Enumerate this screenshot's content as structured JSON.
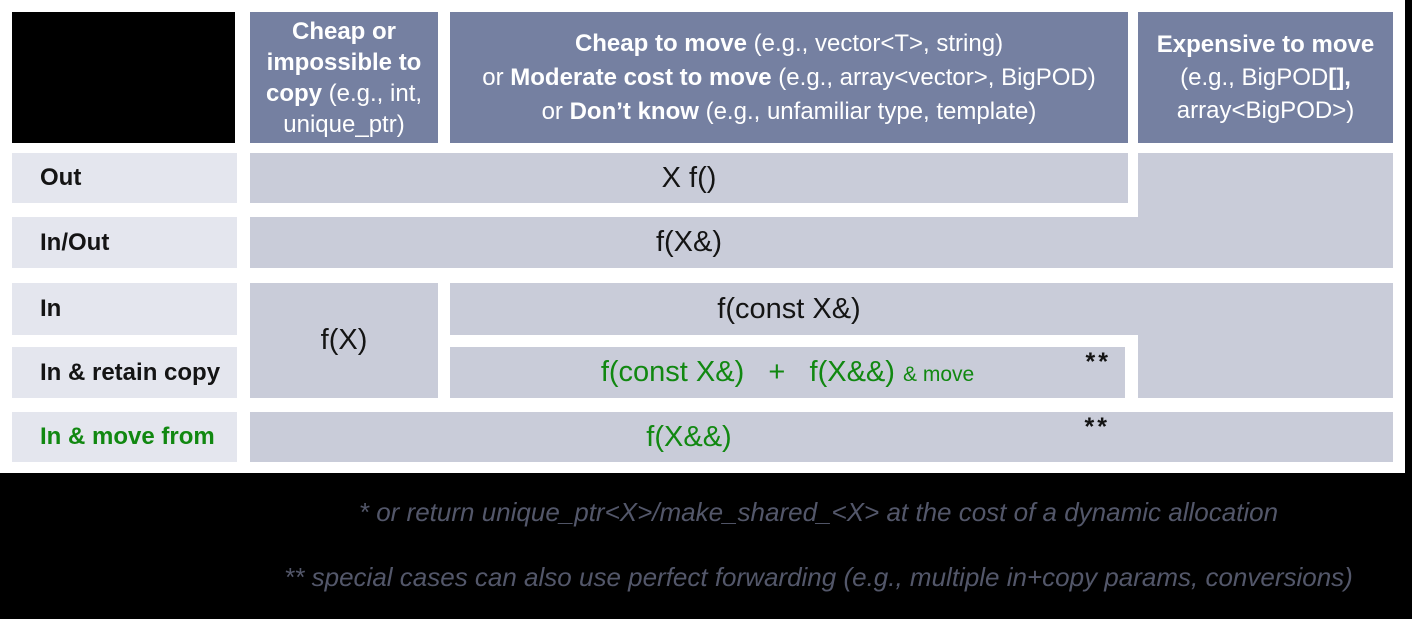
{
  "palette": {
    "header_bg": "#7580a1",
    "cell_bg": "#c9ccd9",
    "label_bg": "#e4e6ee",
    "green": "#118811",
    "footnote_text": "#53576a",
    "slide_bg": "#000000"
  },
  "header": {
    "columns": [
      {
        "name": "cheap-or-impossible-to-copy",
        "lines": [
          [
            {
              "t": "Cheap or",
              "cls": "b"
            }
          ],
          [
            {
              "t": "impossible to",
              "cls": "b"
            }
          ],
          [
            {
              "t": "copy",
              "cls": "b"
            },
            {
              "t": " (e.g., int,"
            }
          ],
          [
            {
              "t": "unique_ptr)"
            }
          ]
        ]
      },
      {
        "name": "cheap-or-moderate-or-unknown-move",
        "lines": [
          [
            {
              "t": "Cheap to move",
              "cls": "b"
            },
            {
              "t": " (e.g., vector<T>, string)"
            }
          ],
          [
            {
              "t": "or "
            },
            {
              "t": "Moderate cost to move",
              "cls": "b"
            },
            {
              "t": " (e.g., array<vector>, BigPOD)"
            }
          ],
          [
            {
              "t": "or "
            },
            {
              "t": "Don’t know",
              "cls": "b"
            },
            {
              "t": " (e.g., unfamiliar type, template)"
            }
          ]
        ]
      },
      {
        "name": "expensive-to-move",
        "lines": [
          [
            {
              "t": "Expensive to move",
              "cls": "b"
            }
          ],
          [
            {
              "t": "(e.g., BigPOD"
            },
            {
              "t": "[],",
              "cls": "b"
            }
          ],
          [
            {
              "t": "array<BigPOD>)"
            }
          ]
        ]
      }
    ]
  },
  "rows": [
    {
      "label": "Out"
    },
    {
      "label": "In/Out"
    },
    {
      "label": "In"
    },
    {
      "label": "In & retain copy"
    },
    {
      "label": "In & move from"
    }
  ],
  "cells": {
    "out_return": "X f()",
    "inout_ref": "f(X&)",
    "in_by_value": "f(X)",
    "in_const_ref": "f(const X&)",
    "in_retain_line": [
      [
        {
          "t": "f(const X&)   +   f(X&&) ",
          "cls": "green"
        },
        {
          "t": "& move",
          "cls": "green sm"
        }
      ]
    ],
    "in_retain_marker": "**",
    "in_move_from": "f(X&&)",
    "in_move_marker": "**"
  },
  "footnotes": [
    "* or return unique_ptr<X>/make_shared_<X> at the cost of a dynamic allocation",
    "** special cases can also use perfect forwarding (e.g., multiple in+copy params, conversions)"
  ]
}
